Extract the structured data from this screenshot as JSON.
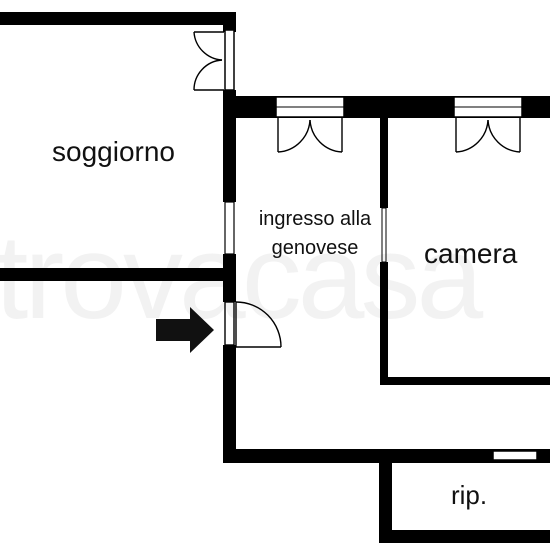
{
  "rooms": {
    "soggiorno": "soggiorno",
    "ingresso": "ingresso alla genovese",
    "camera": "camera",
    "ripostiglio": "rip."
  },
  "watermark": "trovacasa",
  "colors": {
    "wall": "#000000",
    "background": "#ffffff",
    "text": "#111111",
    "arrow": "#111111"
  },
  "icons": {
    "entrance": "arrow-right-icon",
    "doors": "door-swing-icon",
    "windows": "window-icon"
  }
}
